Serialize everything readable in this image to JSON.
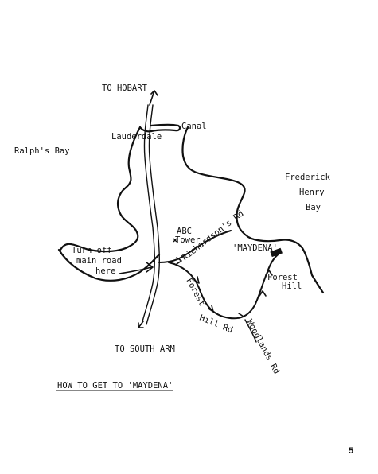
{
  "labels": {
    "to_hobart": "TO HOBART",
    "lauderdale": "Lauderdale",
    "canal": "Canal",
    "ralphs_bay": "Ralph's Bay",
    "frederick": "Frederick",
    "henry": "Henry",
    "bay": "Bay",
    "abc": "ABC",
    "tower": "Tower",
    "richardsons_rd": "Richardson's Rd",
    "maydena": "'MAYDENA'",
    "turn_off_1": "Turn off",
    "turn_off_2": "main road",
    "turn_off_3": "here",
    "forest": "Forest",
    "hill": "Hill",
    "forest_road": "Forest",
    "hill_rd": "Hill Rd",
    "woodlands_rd": "Woodlands Rd",
    "to_south_arm": "TO SOUTH ARM",
    "caption": "HOW TO GET TO 'MAYDENA'"
  },
  "page_number": "5",
  "colors": {
    "ink": "#111111",
    "paper": "#ffffff"
  }
}
